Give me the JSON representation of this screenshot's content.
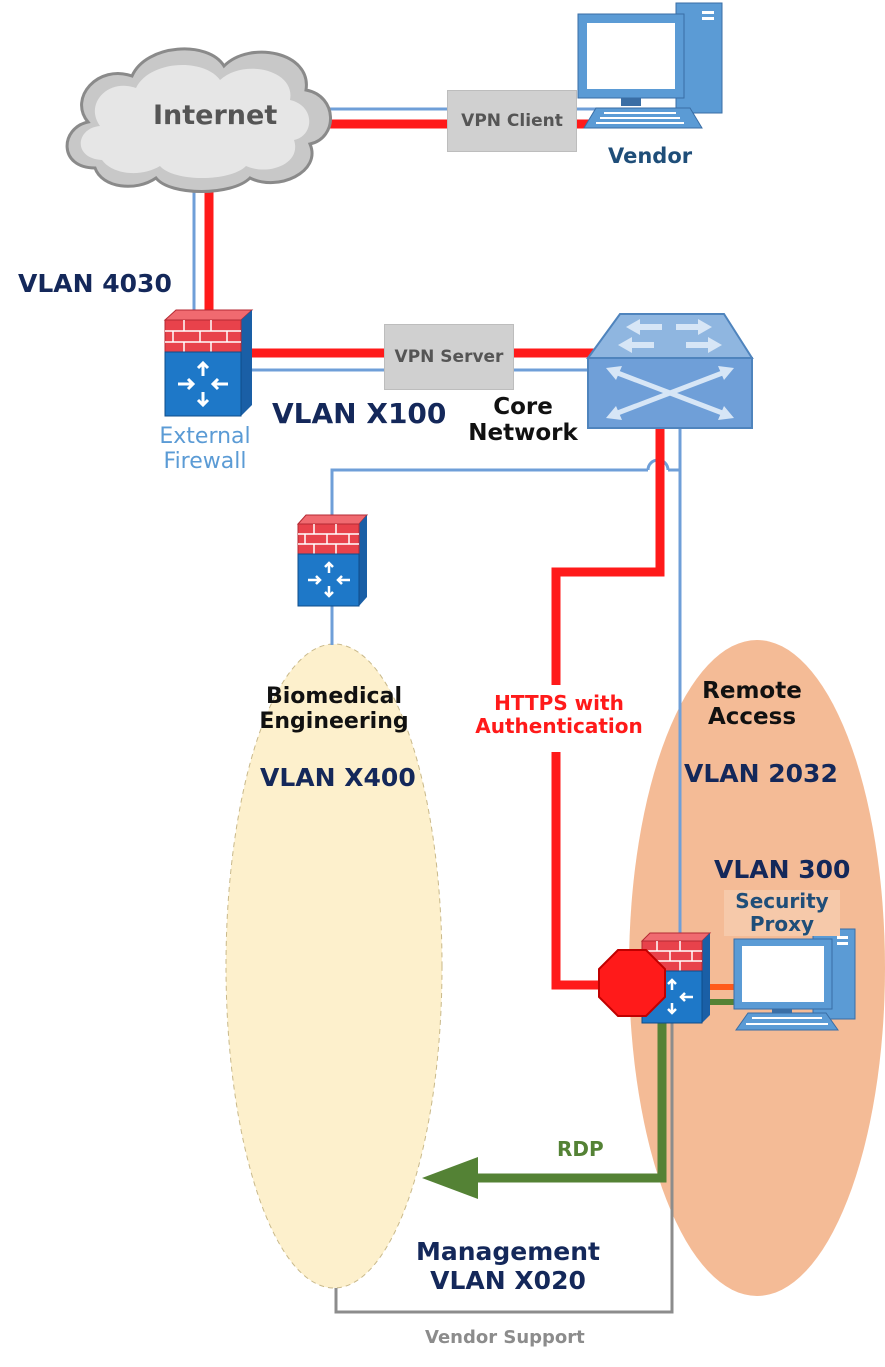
{
  "colors": {
    "secure_link": "#ff1a1a",
    "network_link": "#6f9fd8",
    "rdp_link": "#548235",
    "support_link": "#8c8c8c",
    "remote_zone": "#f4bb96",
    "biomed_zone": "#fdf0cc",
    "firewall_brick": "#e8424b",
    "firewall_body": "#1e78c8",
    "switch_body": "#6f9fd8",
    "stop_sign": "#ff1a1a"
  },
  "icons": {
    "cloud": "cloud-icon",
    "vendor_pc": "desktop-computer-icon",
    "firewall": "firewall-icon",
    "core_switch": "network-switch-icon",
    "proxy_pc": "desktop-computer-icon",
    "stop": "stop-sign-icon",
    "arrow": "arrow-left-icon"
  },
  "nodes": {
    "internet": "Internet",
    "vendor": "Vendor",
    "vpn_client": "VPN Client",
    "vpn_server": "VPN Server",
    "external_firewall": [
      "External",
      "Firewall"
    ],
    "core_network": [
      "Core",
      "Network"
    ]
  },
  "labels": {
    "vlan_4030": "VLAN 4030",
    "vlan_x100": "VLAN X100",
    "biomedical": [
      "Biomedical",
      "Engineering"
    ],
    "vlan_x400": "VLAN X400",
    "https_auth": [
      "HTTPS with",
      "Authentication"
    ],
    "remote_access": [
      "Remote",
      "Access"
    ],
    "vlan_2032": "VLAN 2032",
    "vlan_300": "VLAN 300",
    "security_proxy": [
      "Security",
      "Proxy"
    ],
    "rdp": "RDP",
    "management": [
      "Management",
      "VLAN X020"
    ],
    "vendor_support": "Vendor Support"
  }
}
